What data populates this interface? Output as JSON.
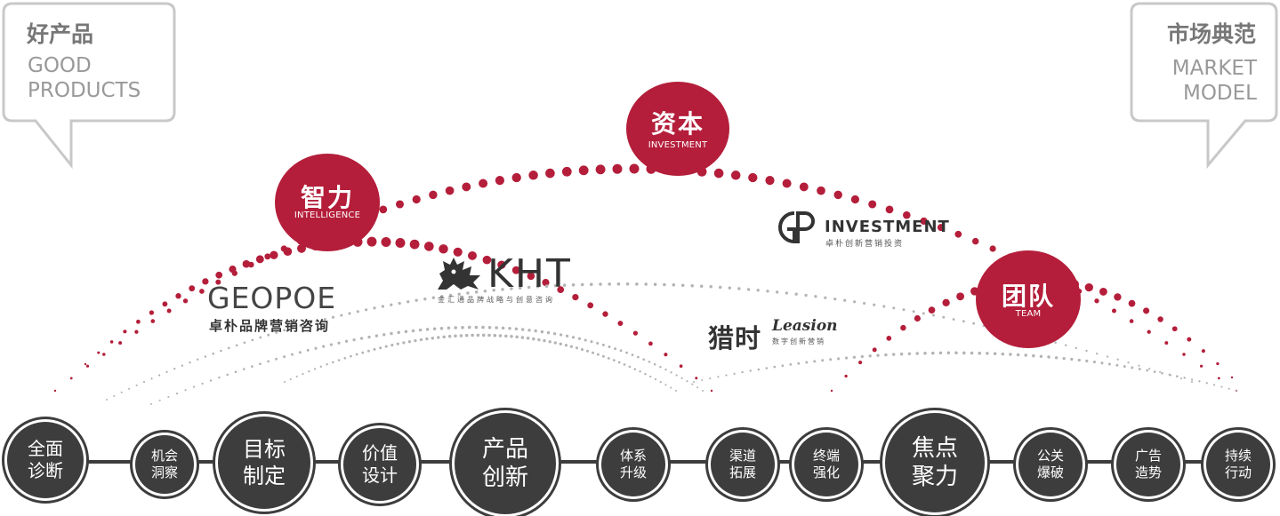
{
  "bubble_left": {
    "cn": "好产品",
    "en1": "GOOD",
    "en2": "PRODUCTS"
  },
  "bubble_right": {
    "cn": "市场典范",
    "en1": "MARKET",
    "en2": "MODEL"
  },
  "accent_color": "#b41e3a",
  "node_color": "#3d3d3d",
  "pillars": [
    {
      "cn": "资本",
      "en": "INVESTMENT"
    },
    {
      "cn": "智力",
      "en": "INTELLIGENCE"
    },
    {
      "cn": "团队",
      "en": "TEAM"
    }
  ],
  "logos": {
    "geopoe": {
      "name": "GEOPOE",
      "tagline": "卓朴品牌营销咨询"
    },
    "kht": {
      "name": "KHT",
      "tagline": "金汇通品牌战略与创意咨询"
    },
    "gp": {
      "mark": "GP",
      "name": "INVESTMENT",
      "tagline": "卓朴创新营销投资"
    },
    "leasion": {
      "cn": "猎时",
      "en": "Leasion",
      "tagline": "数字创新营销"
    }
  },
  "steps": [
    {
      "l1": "全面",
      "l2": "诊断"
    },
    {
      "l1": "机会",
      "l2": "洞察"
    },
    {
      "l1": "目标",
      "l2": "制定"
    },
    {
      "l1": "价值",
      "l2": "设计"
    },
    {
      "l1": "产品",
      "l2": "创新"
    },
    {
      "l1": "体系",
      "l2": "升级"
    },
    {
      "l1": "渠道",
      "l2": "拓展"
    },
    {
      "l1": "终端",
      "l2": "强化"
    },
    {
      "l1": "焦点",
      "l2": "聚力"
    },
    {
      "l1": "公关",
      "l2": "爆破"
    },
    {
      "l1": "广告",
      "l2": "造势"
    },
    {
      "l1": "持续",
      "l2": "行动"
    }
  ]
}
